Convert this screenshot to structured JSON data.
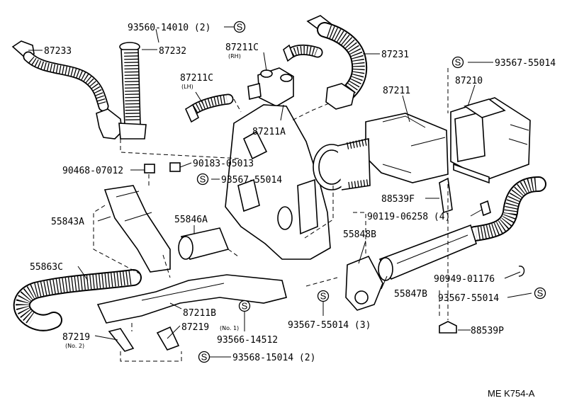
{
  "diagram": {
    "reference_code": "ME K754-A",
    "labels": {
      "p87233": "87233",
      "p87232": "87232",
      "p93560": "93560-14010 (2)",
      "p87211C_rh": "87211C",
      "rh": "(RH)",
      "p87231": "87231",
      "p93567_tr": "93567-55014",
      "p87211C_lh": "87211C",
      "lh": "(LH)",
      "p87211": "87211",
      "p87210": "87210",
      "p87211A": "87211A",
      "p90468": "90468-07012",
      "p90183": "90183-05013",
      "p93567_mid": "93567-55014",
      "p88539F": "88539F",
      "p90119": "90119-06258 (4)",
      "p55843A": "55843A",
      "p55846A": "55846A",
      "p55848B": "55848B",
      "p55863C": "55863C",
      "p90949": "90949-01176",
      "p55847B": "55847B",
      "p93567_r": "93567-55014",
      "p87211B": "87211B",
      "p87219_no1": "87219",
      "no1": "(No. 1)",
      "p93566": "93566-14512",
      "p93567_b": "93567-55014 (3)",
      "p88539P": "88539P",
      "p87219_no2": "87219",
      "no2": "(No. 2)",
      "p93568": "93568-15014 (2)"
    },
    "symbol_letter": "S"
  }
}
